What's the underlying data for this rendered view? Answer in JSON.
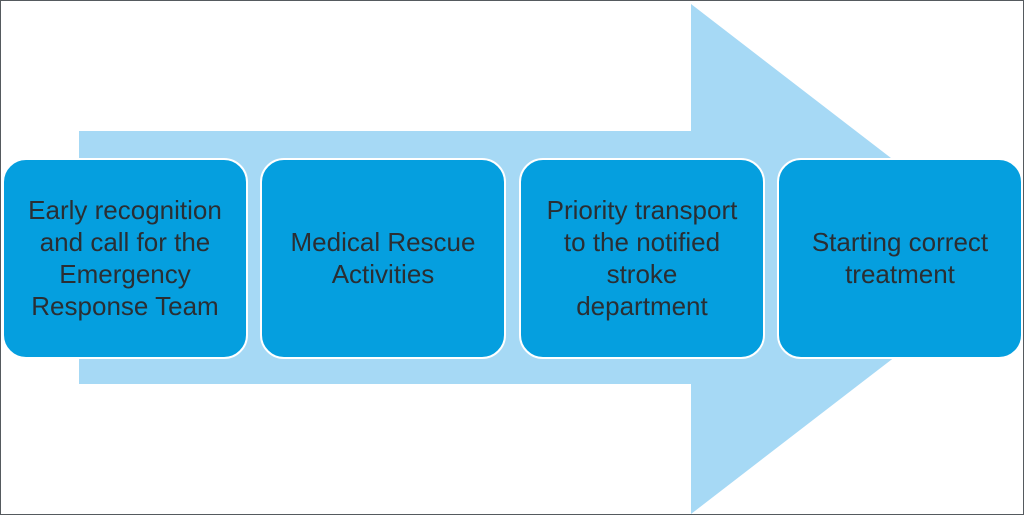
{
  "colors": {
    "arrow_fill": "#a6d9f5",
    "step_fill": "#059fdf",
    "step_text": "#2a2e33",
    "frame_border": "#555a5e"
  },
  "steps": [
    {
      "label": "Early recognition\nand call for the\nEmergency\nResponse Team"
    },
    {
      "label": "Medical Rescue\nActivities"
    },
    {
      "label": "Priority transport\nto the notified\nstroke\ndepartment"
    },
    {
      "label": "Starting correct\ntreatment"
    }
  ]
}
